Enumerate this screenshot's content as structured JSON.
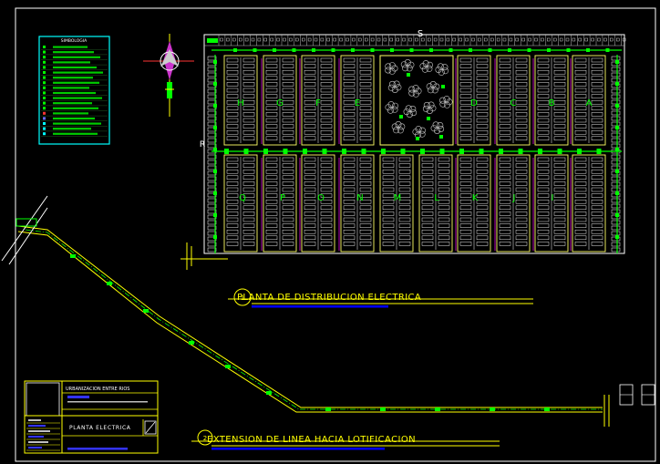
{
  "drawing": {
    "compass_letter": "S",
    "side_letter": "R",
    "plan_title": "PLANTA DE DISTRIBUCION ELECTRICA",
    "plan_title_number": "1",
    "extension_title": "EXTENSION DE LINEA HACIA LOTIFICACION",
    "extension_title_number": "2",
    "legend_title": "SIMBOLOGIA",
    "title_block": {
      "project": "URBANIZACION ENTRE RIOS",
      "sheet": "PLANTA ELECTRICA",
      "sheet_number": "1"
    },
    "blocks_top": [
      "H",
      "G",
      "F",
      "E",
      "D",
      "C",
      "B",
      "A"
    ],
    "blocks_bottom": [
      "Q",
      "P",
      "O",
      "N",
      "M",
      "L",
      "K",
      "J",
      "I"
    ],
    "colors": {
      "background": "#000000",
      "lot_lines": "#ffffff",
      "block_outline": "#ffff66",
      "grid": "#bfbfbf",
      "power_line": "#00ff00",
      "street_line": "#ffff00",
      "accent_magenta": "#ff00ff",
      "title_blue": "#0000ff",
      "legend_frame": "#00ffff"
    }
  }
}
